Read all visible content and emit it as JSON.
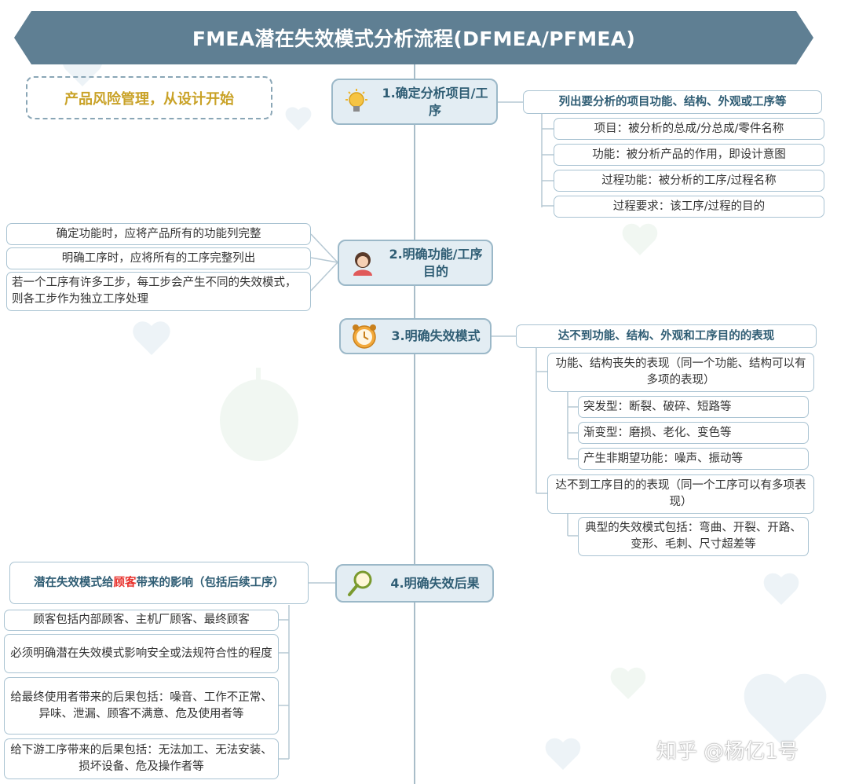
{
  "title": "FMEA潜在失效模式分析流程(DFMEA/PFMEA)",
  "slogan": "产品风险管理，从设计开始",
  "steps": [
    {
      "label": "1.确定分析项目/工序",
      "icon": "lightbulb-icon"
    },
    {
      "label": "2.明确功能/工序目的",
      "icon": "person-icon"
    },
    {
      "label": "3.明确失效模式",
      "icon": "alarm-clock-icon"
    },
    {
      "label": "4.明确失效后果",
      "icon": "magnifier-icon"
    }
  ],
  "step1": {
    "heading": "列出要分析的项目功能、结构、外观或工序等",
    "items": [
      "项目：被分析的总成/分总成/零件名称",
      "功能：被分析产品的作用，即设计意图",
      "过程功能：被分析的工序/过程名称",
      "过程要求：该工序/过程的目的"
    ]
  },
  "step2": {
    "items": [
      "确定功能时，应将产品所有的功能列完整",
      "明确工序时，应将所有的工序完整列出",
      "若一个工序有许多工步，每工步会产生不同的失效模式，则各工步作为独立工序处理"
    ]
  },
  "step3": {
    "heading": "达不到功能、结构、外观和工序目的的表现",
    "group1": {
      "label": "功能、结构丧失的表现（同一个功能、结构可以有多项的表现）",
      "items": [
        "突发型：断裂、破碎、短路等",
        "渐变型：磨损、老化、变色等",
        "产生非期望功能：噪声、振动等"
      ]
    },
    "group2": {
      "label": "达不到工序目的的表现（同一个工序可以有多项表现）",
      "items": [
        "典型的失效模式包括：弯曲、开裂、开路、变形、毛刺、尺寸超差等"
      ]
    }
  },
  "step4": {
    "heading_before": "潜在失效模式给",
    "heading_highlight": "顾客",
    "heading_after": "带来的影响（包括后续工序）",
    "items": [
      "顾客包括内部顾客、主机厂顾客、最终顾客",
      "必须明确潜在失效模式影响安全或法规符合性的程度",
      "给最终使用者带来的后果包括：噪音、工作不正常、异味、泄漏、顾客不满意、危及使用者等",
      "给下游工序带来的后果包括：无法加工、无法安装、损坏设备、危及操作者等"
    ]
  },
  "watermark": "知乎 @杨亿1号",
  "colors": {
    "banner": "#5f7f93",
    "node_fill": "#e3edf3",
    "node_border": "#9bb8c8",
    "slogan_text": "#c9a227",
    "highlight": "#e8332e"
  }
}
